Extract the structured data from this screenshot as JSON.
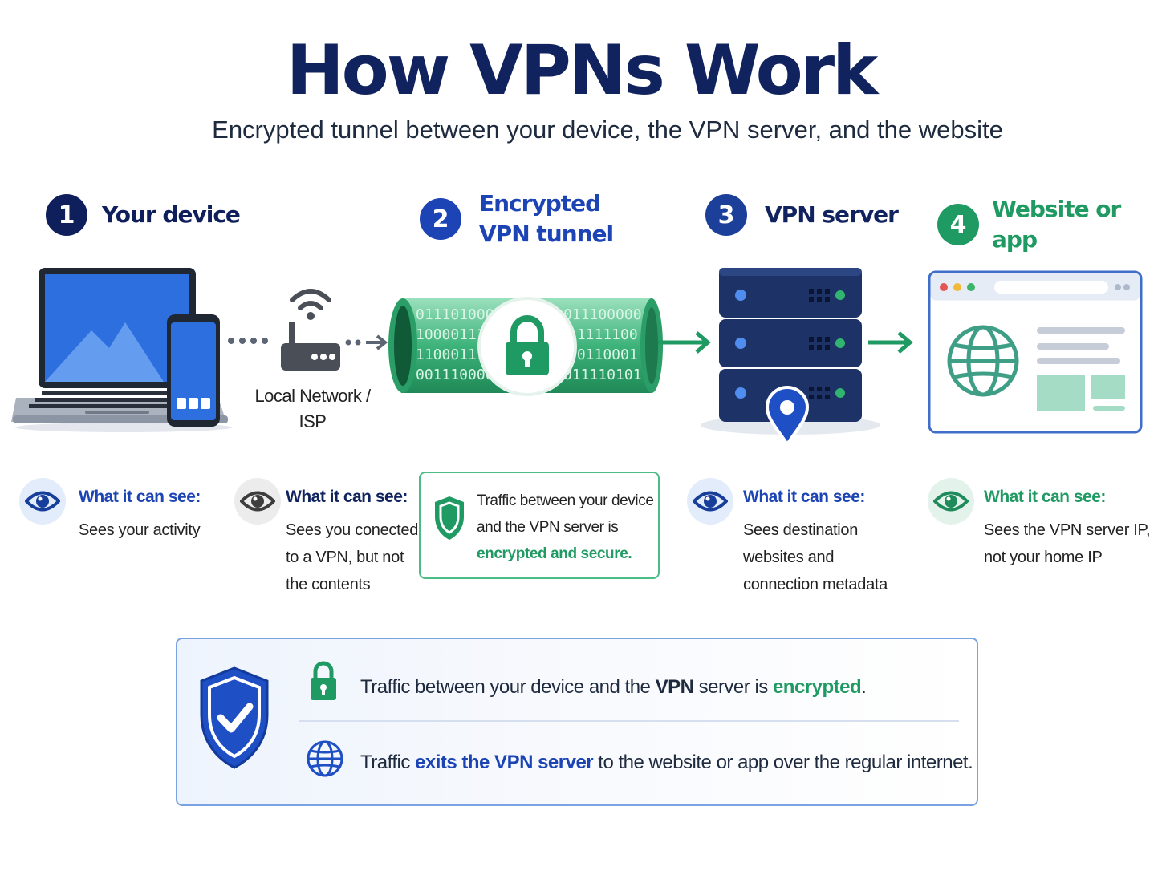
{
  "title": "How VPNs Work",
  "subtitle": "Encrypted tunnel between your device, the VPN server, and the website",
  "steps": [
    {
      "number": "1",
      "label": "Your device",
      "color": "#0f1f5c"
    },
    {
      "number": "2",
      "label": "Encrypted\nVPN tunnel",
      "color": "#1c44b4"
    },
    {
      "number": "3",
      "label": "VPN server",
      "color": "#1c3f9a"
    },
    {
      "number": "4",
      "label": "Website or app",
      "color": "#1f9a62"
    }
  ],
  "router_label": "Local Network /\nISP",
  "tunnel_binary": [
    "011101000",
    "1000011111",
    "1100011110",
    "001110000",
    "011100000",
    "11111100",
    "00110001",
    "011110101"
  ],
  "visibility": [
    {
      "heading": "What it can see:",
      "body": "Sees your activity"
    },
    {
      "heading": "What it can see:",
      "body": "Sees you conected\nto a VPN, but not\nthe contents"
    },
    {
      "heading": "What it can see:",
      "body": "Sees destination\nwebsites and\nconnection metadata"
    },
    {
      "heading": "What it can see:",
      "body": "Sees the VPN server IP,\nnot your home IP"
    }
  ],
  "tunnel_note": {
    "text": "Traffic between your device\nand the VPN server is",
    "highlight": "encrypted and secure."
  },
  "summary": {
    "line1": {
      "pre": "Traffic between your device and the ",
      "bold": "VPN",
      "mid": " server is ",
      "highlight": "encrypted",
      "post": "."
    },
    "line2": {
      "pre": "Traffic ",
      "highlight": "exits the VPN server",
      "post": " to the website or app over the regular internet."
    }
  },
  "colors": {
    "navy": "#10235e",
    "blue": "#1c44b4",
    "green": "#1f9a62",
    "grey": "#4a4a4a"
  }
}
